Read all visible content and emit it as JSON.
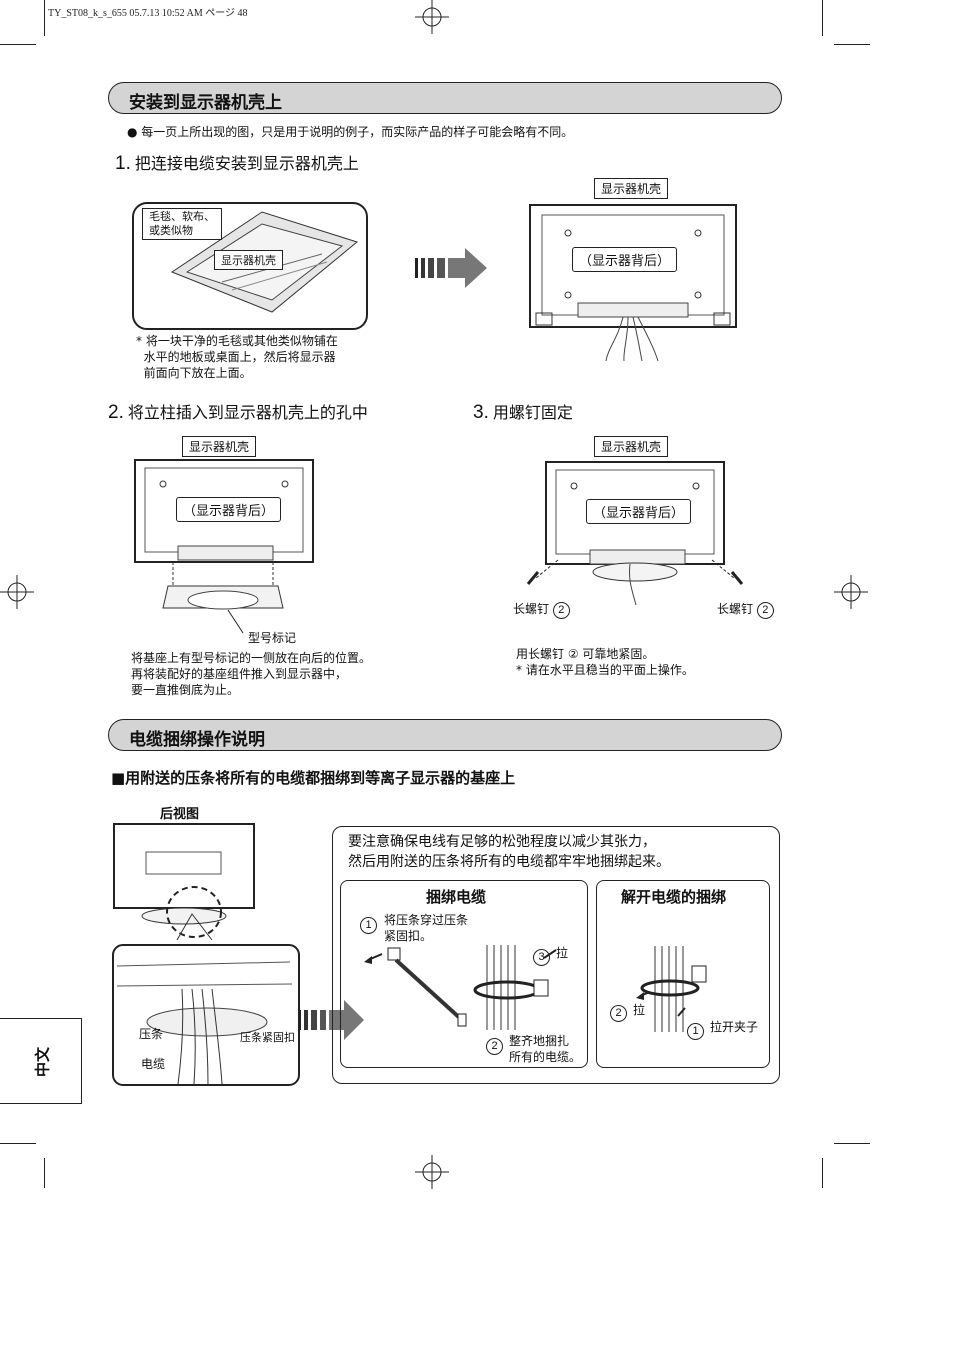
{
  "print_header": "TY_ST08_k_s_655  05.7.13 10:52 AM    ページ 48",
  "section1": {
    "title": "安装到显示器机壳上",
    "note": "● 每一页上所出现的图，只是用于说明的例子，而实际产品的样子可能会略有不同。",
    "step1": {
      "num": "1.",
      "text": "把连接电缆安装到显示器机壳上",
      "blanket_label": "毛毯、软布、\n或类似物",
      "cabinet_label": "显示器机壳",
      "cabinet_label_right": "显示器机壳",
      "rear_label": "（显示器背后）",
      "footnote": "* 将一块干净的毛毯或其他类似物铺在\n  水平的地板或桌面上，然后将显示器\n  前面向下放在上面。"
    },
    "step2": {
      "num": "2.",
      "text": "将立柱插入到显示器机壳上的孔中",
      "cabinet_label": "显示器机壳",
      "rear_label": "（显示器背后）",
      "model_mark": "型号标记",
      "desc": "将基座上有型号标记的一侧放在向后的位置。\n再将装配好的基座组件推入到显示器中，\n要一直推倒底为止。"
    },
    "step3": {
      "num": "3.",
      "text": "用螺钉固定",
      "cabinet_label": "显示器机壳",
      "rear_label": "（显示器背后）",
      "screw_left": "长螺钉",
      "screw_right": "长螺钉",
      "screw_num": "2",
      "desc": "用长螺钉 ② 可靠地紧固。\n* 请在水平且稳当的平面上操作。"
    }
  },
  "section2": {
    "title": "电缆捆绑操作说明",
    "subtitle": "■用附送的压条将所有的电缆都捆绑到等离子显示器的基座上",
    "rear_view": "后视图",
    "strip_label": "压条",
    "clamp_label": "压条紧固扣",
    "cable_label": "电缆",
    "box_text": "要注意确保电线有足够的松弛程度以减少其张力，\n然后用附送的压条将所有的电缆都牢牢地捆绑起来。",
    "bind": {
      "title": "捆绑电缆",
      "s1_num": "1",
      "s1_text": "将压条穿过压条\n紧固扣。",
      "s2_num": "2",
      "s2_text": "整齐地捆扎\n所有的电缆。",
      "s3_num": "3",
      "s3_text": "拉"
    },
    "unbind": {
      "title": "解开电缆的捆绑",
      "s1_num": "1",
      "s1_text": "拉开夹子",
      "s2_num": "2",
      "s2_text": "拉"
    }
  },
  "side_tab": "中文"
}
